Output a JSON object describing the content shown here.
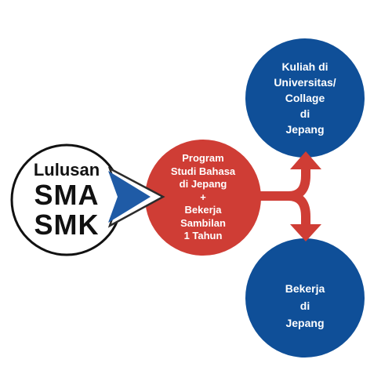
{
  "colors": {
    "blue": "#0f4f98",
    "red": "#cf3d35",
    "outline": "#111111",
    "white": "#ffffff"
  },
  "start_node": {
    "lines": [
      "Lulusan",
      "SMA",
      "SMK"
    ]
  },
  "program_node": {
    "lines": [
      "Program",
      "Studi Bahasa",
      "di Jepang",
      "+",
      "Bekerja",
      "Sambilan",
      "1 Tahun"
    ]
  },
  "kuliah_node": {
    "lines": [
      "Kuliah di",
      "Universitas/",
      "Collage",
      "di",
      "Jepang"
    ]
  },
  "bekerja_node": {
    "lines": [
      "Bekerja",
      "di",
      "Jepang"
    ]
  }
}
